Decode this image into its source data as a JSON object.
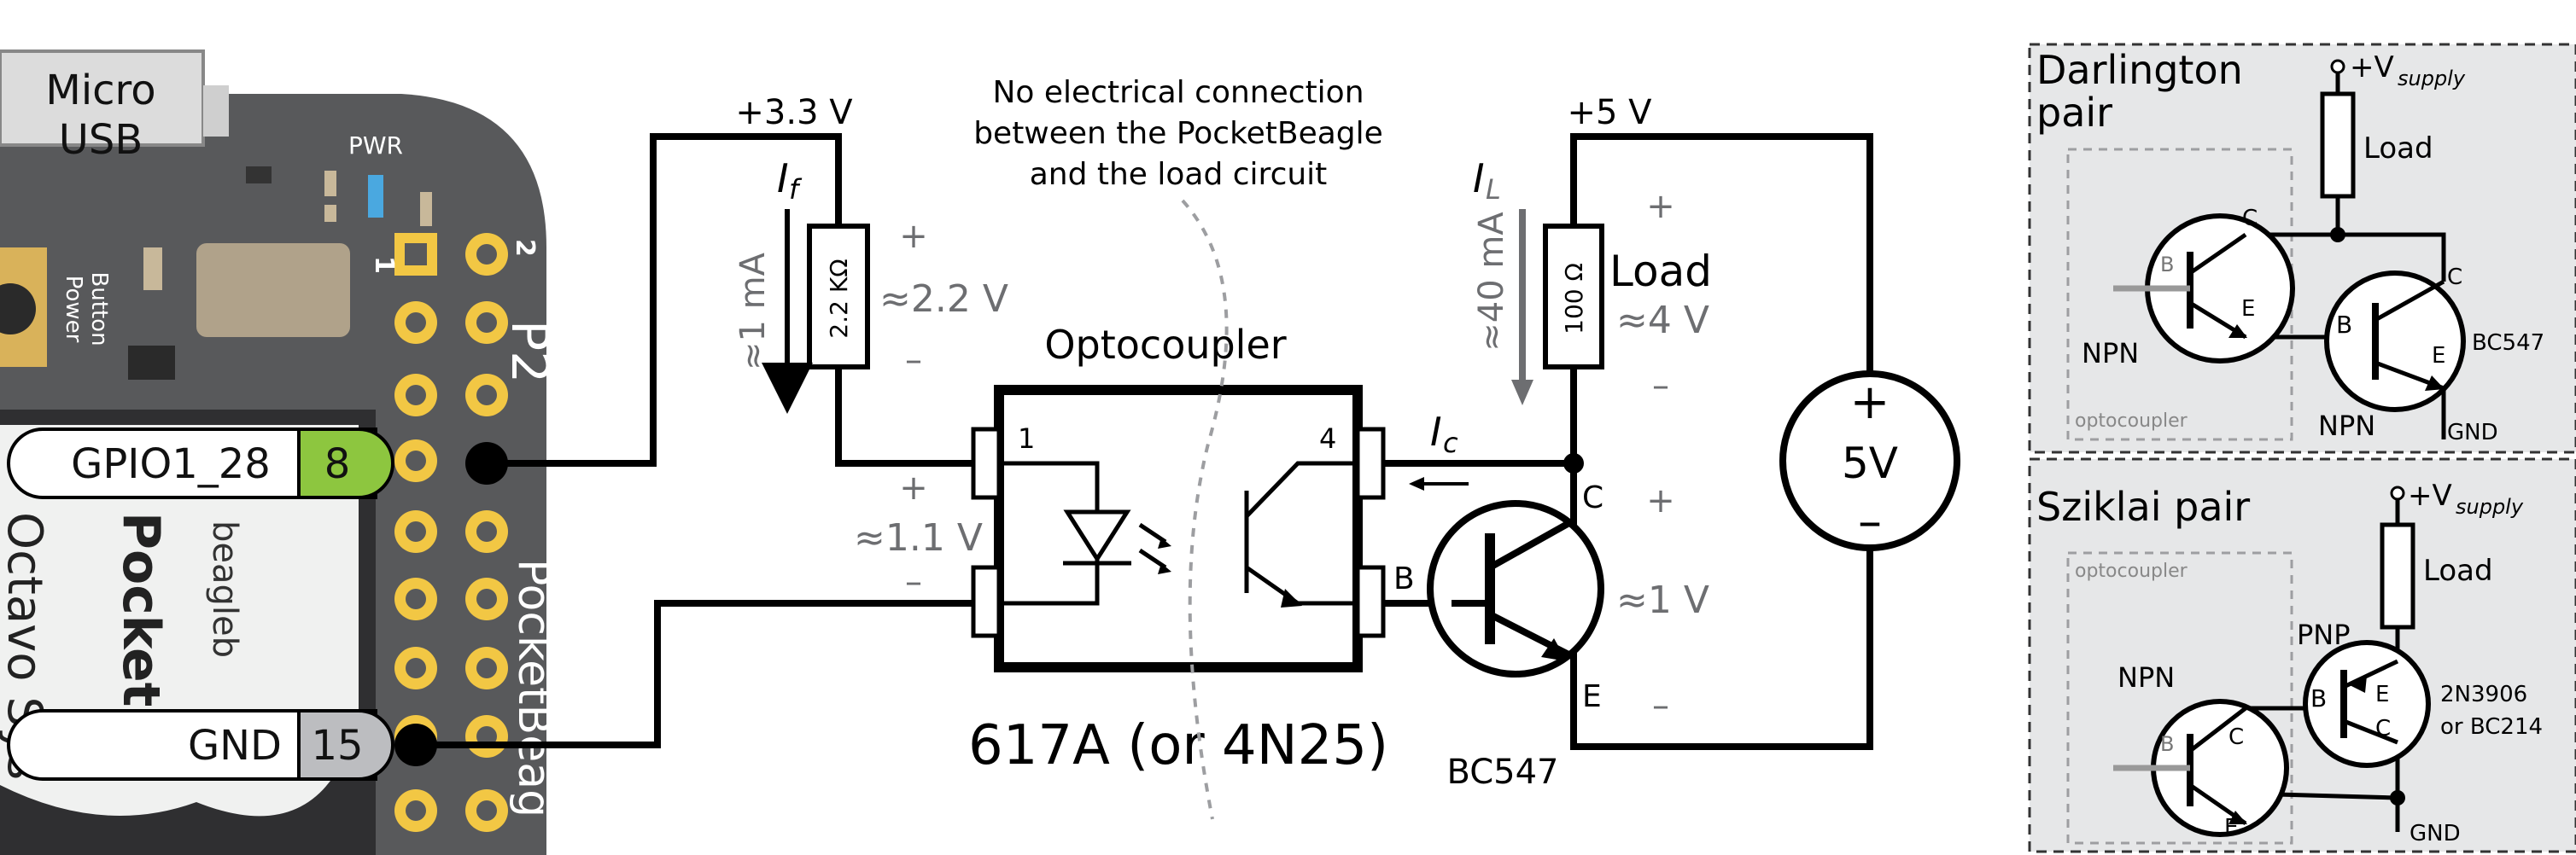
{
  "board": {
    "micro_usb": [
      "Micro",
      "USB"
    ],
    "pwr": "PWR",
    "power_button": [
      "Power",
      "Button"
    ],
    "pin1": "1",
    "pin2": "2",
    "header": "P2",
    "gpio_name": "GPIO1_28",
    "gpio_pin": "8",
    "gnd_name": "GND",
    "gnd_pin": "15",
    "silk_board": "PocketBeag",
    "silk_pocket": "Pocket",
    "silk_beagle": "beagleb",
    "silk_octavo": "Octavo Sys",
    "colors": {
      "pcb": "#58595b",
      "pad": "#f2c744",
      "gpio_green": "#8dc63f",
      "gnd_gray": "#bcbdc0"
    }
  },
  "circuit": {
    "v33": "+3.3 V",
    "v5": "+5 V",
    "isolation_note": [
      "No electrical connection",
      "between the PocketBeagle",
      "and the load circuit"
    ],
    "if_label": "I",
    "if_sub": "f",
    "if_value": "≈1 mA",
    "resistor1": "2.2 KΩ",
    "plus1": "+",
    "v_res1": "≈2.2 V",
    "minus1": "–",
    "optocoupler": "Optocoupler",
    "opto_pin1": "1",
    "opto_pin4": "4",
    "plus_led": "+",
    "v_led": "≈1.1 V",
    "minus_led": "–",
    "ic_label": "I",
    "ic_sub": "c",
    "opto_part": "617A (or 4N25)",
    "il_label": "I",
    "il_sub": "L",
    "il_value": "≈40 mA",
    "resistor2": "100 Ω",
    "load": "Load",
    "plus2": "+",
    "v_load": "≈4 V",
    "minus2": "–",
    "node_c": "C",
    "node_b": "B",
    "node_e": "E",
    "plus_ce": "+",
    "v_ce": "≈1 V",
    "minus_ce": "–",
    "transistor": "BC547",
    "source_plus": "+",
    "source_label": "5V",
    "source_minus": "–"
  },
  "darlington": {
    "title": [
      "Darlington",
      "pair"
    ],
    "vsupply": "+V",
    "vsupply_sub": "supply",
    "load": "Load",
    "q1_c": "C",
    "q1_b": "B",
    "q1_e": "E",
    "q1_type": "NPN",
    "q2_c": "C",
    "q2_b": "B",
    "q2_e": "E",
    "q2_type": "NPN",
    "part": "BC547",
    "opto_label": "optocoupler",
    "gnd": "GND"
  },
  "sziklai": {
    "title": "Sziklai pair",
    "vsupply": "+V",
    "vsupply_sub": "supply",
    "load": "Load",
    "opto_label": "optocoupler",
    "pnp": "PNP",
    "npn": "NPN",
    "q1_b": "B",
    "q1_c": "C",
    "q1_e": "E",
    "q2_b": "B",
    "q2_e": "E",
    "q2_c": "C",
    "part": [
      "2N3906",
      "or BC214"
    ],
    "gnd": "GND"
  }
}
